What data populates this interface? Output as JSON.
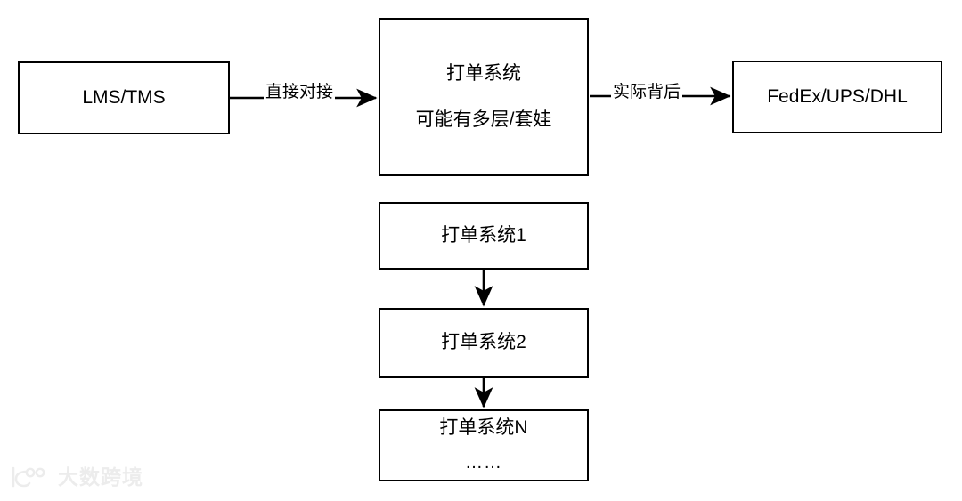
{
  "diagram": {
    "type": "flowchart",
    "background": "#ffffff",
    "stroke_color": "#000000",
    "text_color": "#000000",
    "nodes": [
      {
        "id": "lms",
        "label": "LMS/TMS",
        "sublabel": ""
      },
      {
        "id": "core",
        "label": "打单系统",
        "sublabel": "可能有多层/套娃"
      },
      {
        "id": "carrier",
        "label": "FedEx/UPS/DHL",
        "sublabel": ""
      },
      {
        "id": "sys1",
        "label": "打单系统1",
        "sublabel": ""
      },
      {
        "id": "sys2",
        "label": "打单系统2",
        "sublabel": ""
      },
      {
        "id": "sysN",
        "label": "打单系统N",
        "sublabel": "……"
      }
    ],
    "edges": [
      {
        "id": "lms-to-core",
        "from": "lms",
        "to": "core",
        "label": "直接对接",
        "direction": "right"
      },
      {
        "id": "core-to-carrier",
        "from": "core",
        "to": "carrier",
        "label": "实际背后",
        "direction": "right"
      },
      {
        "id": "sys1-to-sys2",
        "from": "sys1",
        "to": "sys2",
        "label": "",
        "direction": "down"
      },
      {
        "id": "sys2-to-sysN",
        "from": "sys2",
        "to": "sysN",
        "label": "",
        "direction": "down"
      }
    ]
  },
  "watermark": {
    "text": "大数跨境",
    "logo_icon": "bigdata-crossborder-logo-icon",
    "color": "#ececec"
  }
}
